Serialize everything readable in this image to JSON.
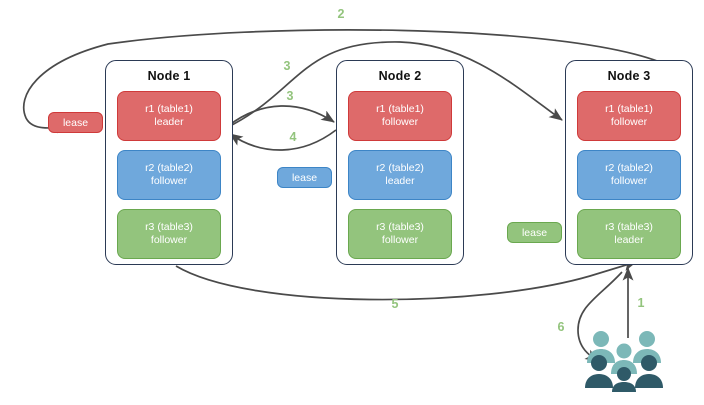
{
  "diagram": {
    "title": "Raft multi-node lease and replica diagram",
    "colors": {
      "leader_red": "#de6a6a",
      "red_border": "#cf3a3a",
      "follower_blue": "#6fa8dc",
      "blue_border": "#3d85c6",
      "replica_green": "#93c47d",
      "green_border": "#6aa84f",
      "node_border": "#2b3a55",
      "arrow": "#4a4a4a",
      "step_label": "#93c47d",
      "users_light": "#7cb8b8",
      "users_dark": "#2f5a68"
    }
  },
  "nodes": [
    {
      "id": "node-1",
      "title": "Node 1",
      "replicas": [
        {
          "name": "r1 (table1)",
          "role": "leader",
          "color": "red"
        },
        {
          "name": "r2 (table2)",
          "role": "follower",
          "color": "blue"
        },
        {
          "name": "r3 (table3)",
          "role": "follower",
          "color": "green"
        }
      ]
    },
    {
      "id": "node-2",
      "title": "Node 2",
      "replicas": [
        {
          "name": "r1 (table1)",
          "role": "follower",
          "color": "red"
        },
        {
          "name": "r2 (table2)",
          "role": "leader",
          "color": "blue"
        },
        {
          "name": "r3 (table3)",
          "role": "follower",
          "color": "green"
        }
      ]
    },
    {
      "id": "node-3",
      "title": "Node 3",
      "replicas": [
        {
          "name": "r1 (table1)",
          "role": "follower",
          "color": "red"
        },
        {
          "name": "r2 (table2)",
          "role": "follower",
          "color": "blue"
        },
        {
          "name": "r3 (table3)",
          "role": "leader",
          "color": "green"
        }
      ]
    }
  ],
  "leases": [
    {
      "id": "lease-red",
      "label": "lease",
      "color": "red"
    },
    {
      "id": "lease-blue",
      "label": "lease",
      "color": "blue"
    },
    {
      "id": "lease-green",
      "label": "lease",
      "color": "green"
    }
  ],
  "steps": [
    {
      "id": "step-1",
      "label": "1"
    },
    {
      "id": "step-2",
      "label": "2"
    },
    {
      "id": "step-3a",
      "label": "3"
    },
    {
      "id": "step-3b",
      "label": "3"
    },
    {
      "id": "step-4",
      "label": "4"
    },
    {
      "id": "step-5",
      "label": "5"
    },
    {
      "id": "step-6",
      "label": "6"
    }
  ],
  "users": {
    "icon": "users-group-icon",
    "count_figures": 6
  }
}
